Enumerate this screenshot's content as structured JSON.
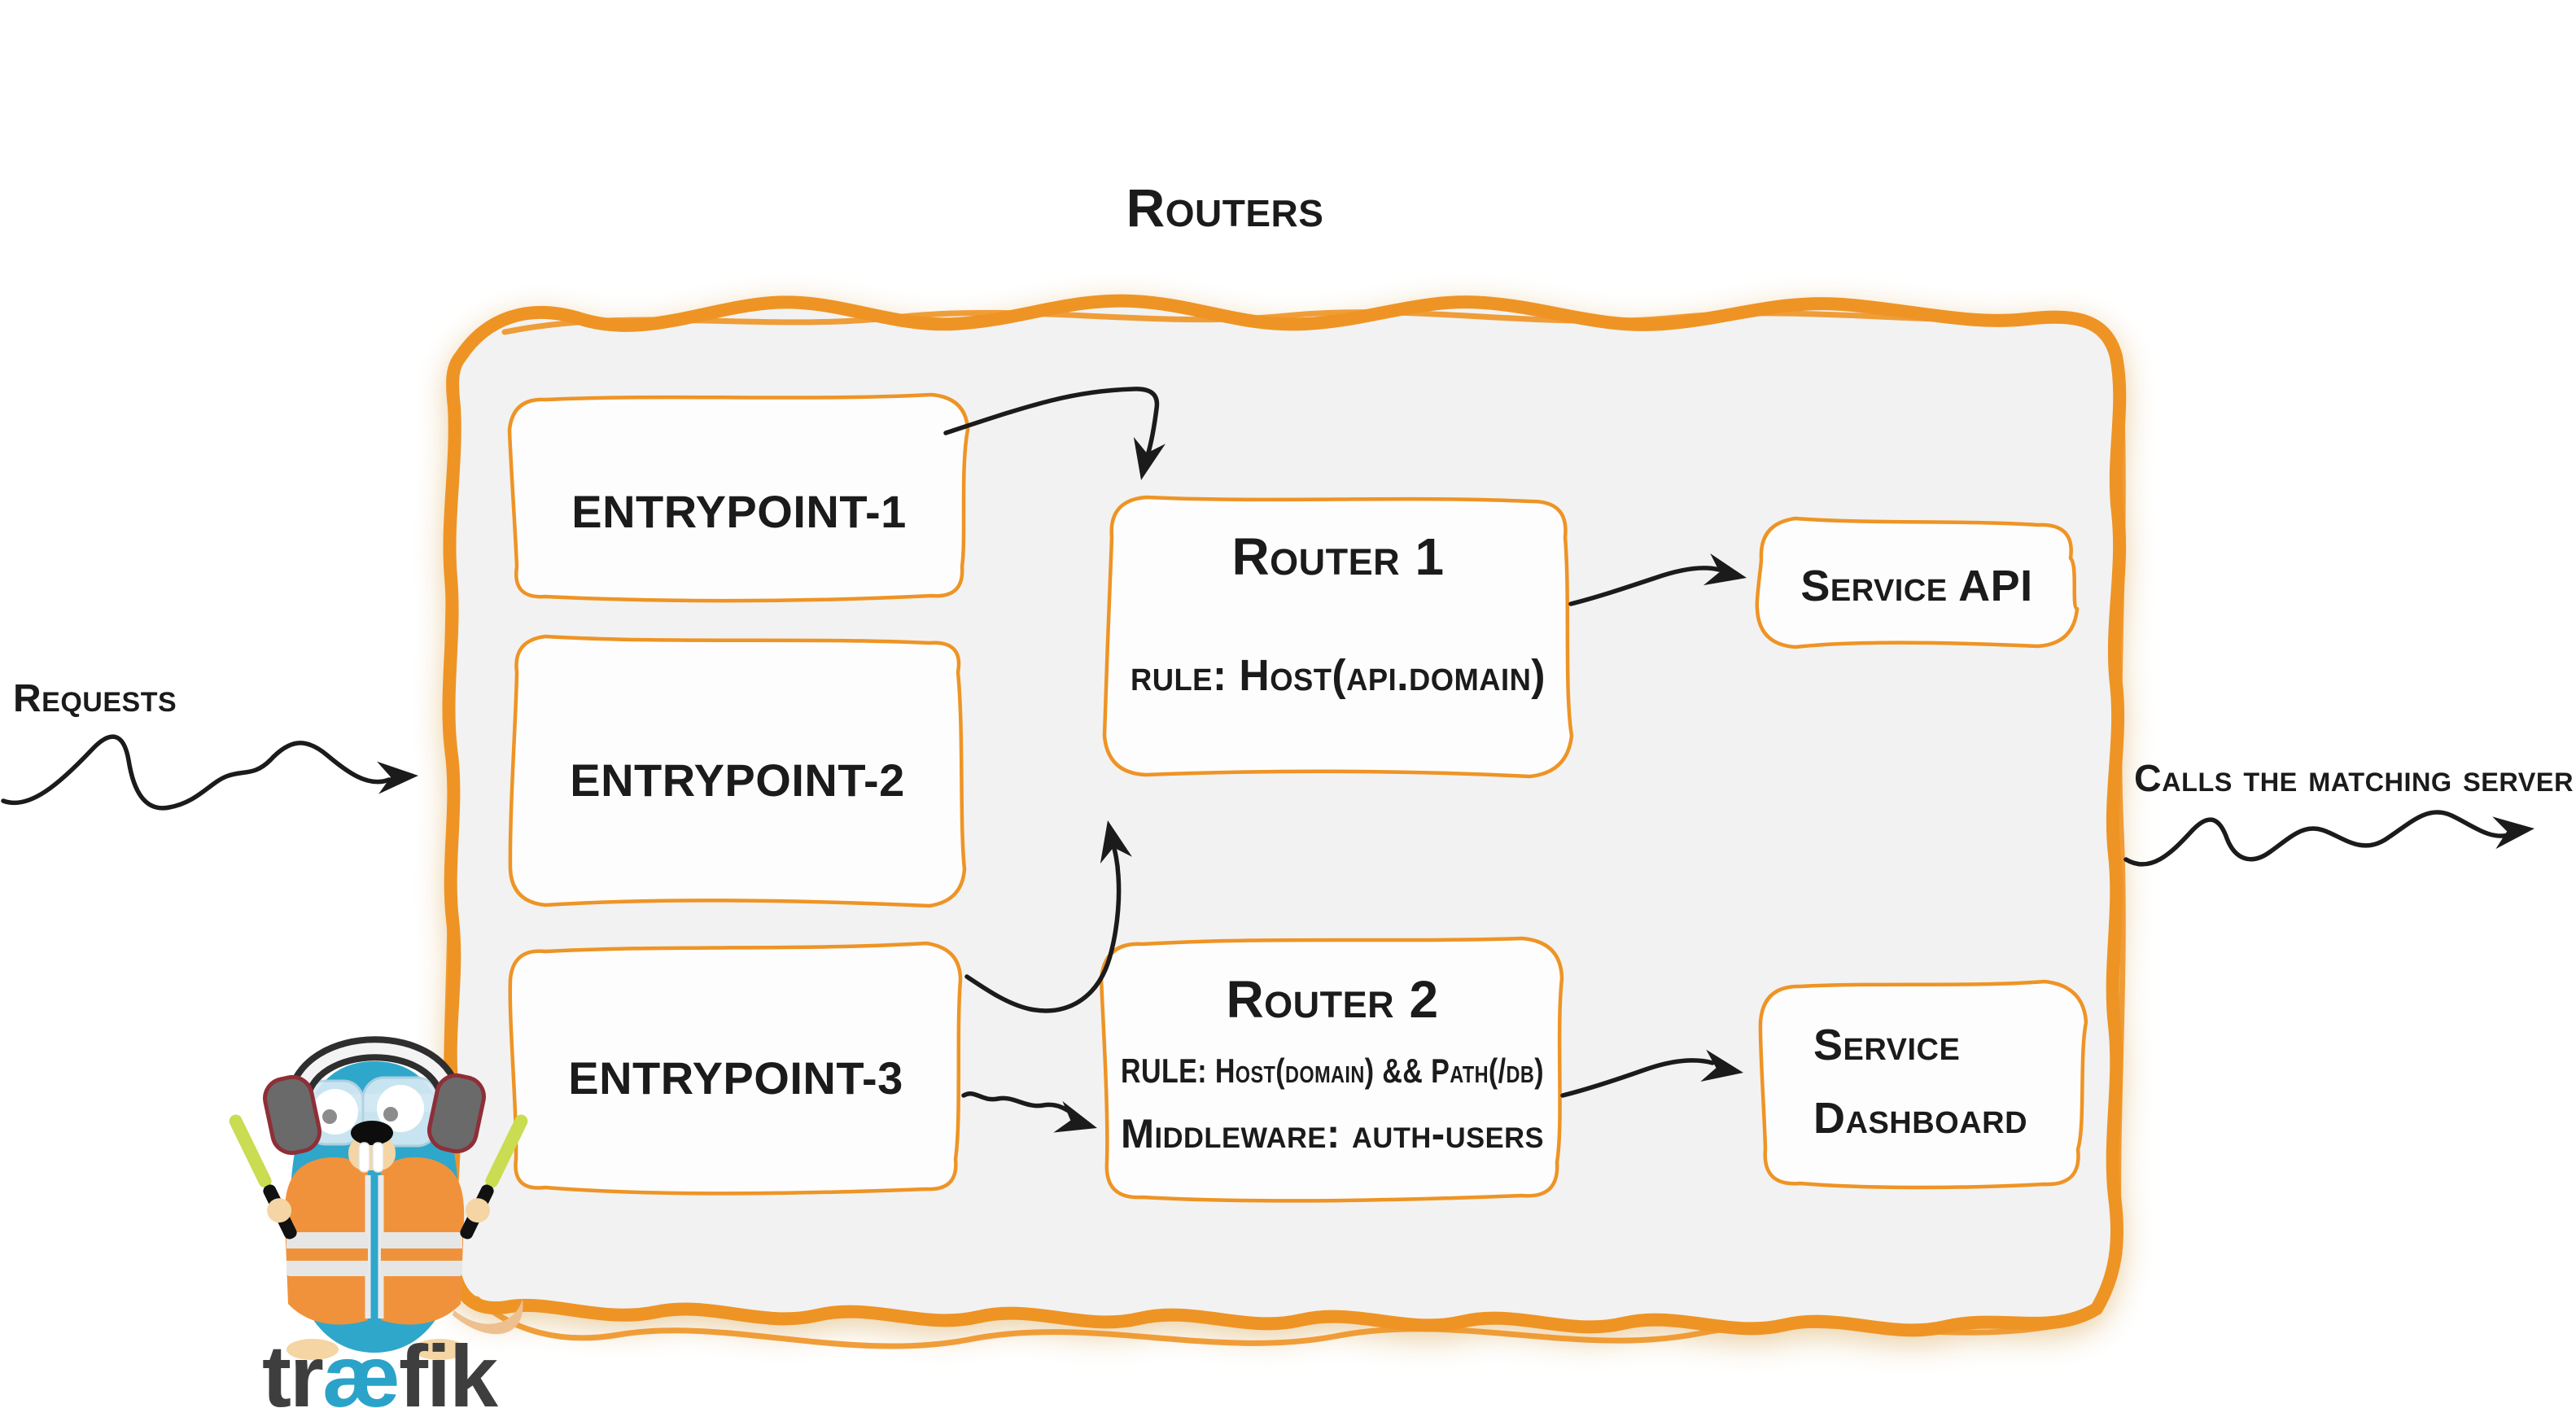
{
  "title": "Routers",
  "left_label": "Requests",
  "right_label": "Calls the matching server",
  "entrypoints": [
    {
      "label": "ENTRYPOINT-1"
    },
    {
      "label": "ENTRYPOINT-2"
    },
    {
      "label": "ENTRYPOINT-3"
    }
  ],
  "routers": [
    {
      "name": "Router 1",
      "rule": "rule: Host(api.domain)"
    },
    {
      "name": "Router 2",
      "rule": "RULE: Host(domain) && Path(/db)",
      "middleware": "Middleware: auth-users"
    }
  ],
  "services": [
    {
      "label": "Service API"
    },
    {
      "label_line1": "Service",
      "label_line2": "Dashboard"
    }
  ],
  "logo": {
    "wordmark_start": "tr",
    "wordmark_ae": "æ",
    "wordmark_end": "fik"
  },
  "colors": {
    "orange": "#EE9425",
    "panel_fill": "#F2F2F2",
    "box_fill": "#FDFDFD",
    "ink": "#1B1B1B",
    "teal": "#2FA7CB",
    "vest_orange": "#F0923B",
    "stripe_gray": "#E6E6E6",
    "stick_green": "#C9DC52",
    "skin_tan": "#F4D5A3",
    "headphone_gray": "#6A6A6A",
    "headphone_red": "#8E2F38",
    "goggle_blue": "#D6EAF4",
    "wordmark_gray": "#3E3E3E",
    "ae_teal": "#2BA3C9"
  }
}
